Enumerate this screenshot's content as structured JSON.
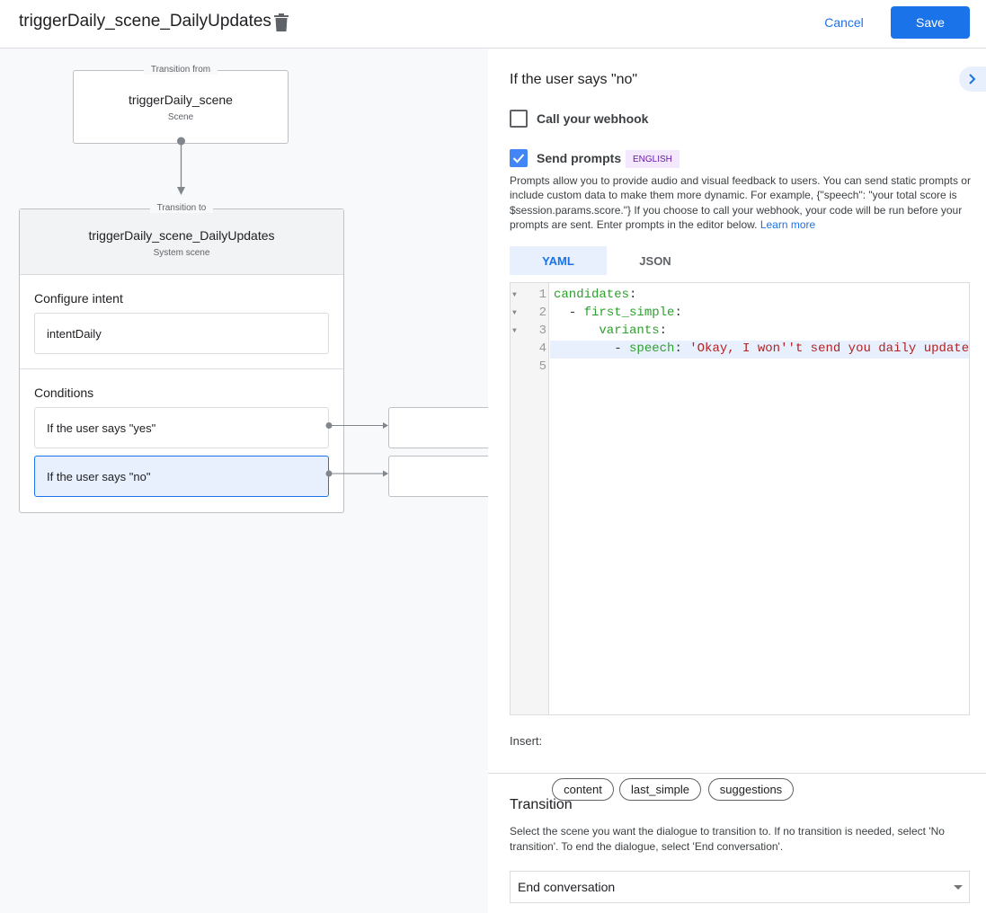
{
  "header": {
    "title": "triggerDaily_scene_DailyUpdates",
    "cancel_label": "Cancel",
    "save_label": "Save"
  },
  "canvas": {
    "from": {
      "legend": "Transition from",
      "name": "triggerDaily_scene",
      "type": "Scene"
    },
    "to": {
      "legend": "Transition to",
      "name": "triggerDaily_scene_DailyUpdates",
      "type": "System scene",
      "intent_heading": "Configure intent",
      "intent": "intentDaily",
      "conditions_heading": "Conditions",
      "conditions": [
        {
          "label": "If the user says \"yes\"",
          "selected": false
        },
        {
          "label": "If the user says \"no\"",
          "selected": true
        }
      ]
    }
  },
  "panel": {
    "heading": "If the user says \"no\"",
    "webhook_label": "Call your webhook",
    "webhook_checked": false,
    "prompts_label": "Send prompts",
    "prompts_checked": true,
    "language_badge": "ENGLISH",
    "description": "Prompts allow you to provide audio and visual feedback to users. You can send static prompts or include custom data to make them more dynamic. For example, {\"speech\": \"your total score is $session.params.score.\"} If you choose to call your webhook, your code will be run before your prompts are sent. Enter prompts in the editor below.",
    "learn_more": "Learn more",
    "tabs": [
      {
        "label": "YAML",
        "active": true
      },
      {
        "label": "JSON",
        "active": false
      }
    ],
    "editor": {
      "line_numbers": [
        "1",
        "2",
        "3",
        "4",
        "5"
      ],
      "lines": [
        [
          {
            "t": "candidates",
            "c": "k"
          },
          {
            "t": ":",
            "c": "p"
          }
        ],
        [
          {
            "t": "  - ",
            "c": "p"
          },
          {
            "t": "first_simple",
            "c": "k"
          },
          {
            "t": ":",
            "c": "p"
          }
        ],
        [
          {
            "t": "      variants",
            "c": "k"
          },
          {
            "t": ":",
            "c": "p"
          }
        ],
        [
          {
            "t": "        - ",
            "c": "p"
          },
          {
            "t": "speech",
            "c": "k"
          },
          {
            "t": ": ",
            "c": "p"
          },
          {
            "t": "'Okay, I won''t send you daily update",
            "c": "s"
          }
        ],
        []
      ]
    },
    "insert_label": "Insert:",
    "insert_chips": [
      "content",
      "last_simple",
      "suggestions"
    ],
    "transition_heading": "Transition",
    "transition_desc": "Select the scene you want the dialogue to transition to. If no transition is needed, select 'No transition'. To end the dialogue, select 'End conversation'.",
    "transition_value": "End conversation"
  },
  "colors": {
    "accent": "#1a73e8",
    "selected_bg": "#e8f0fe",
    "badge_bg": "#f3e8fd",
    "badge_text": "#681da8"
  }
}
